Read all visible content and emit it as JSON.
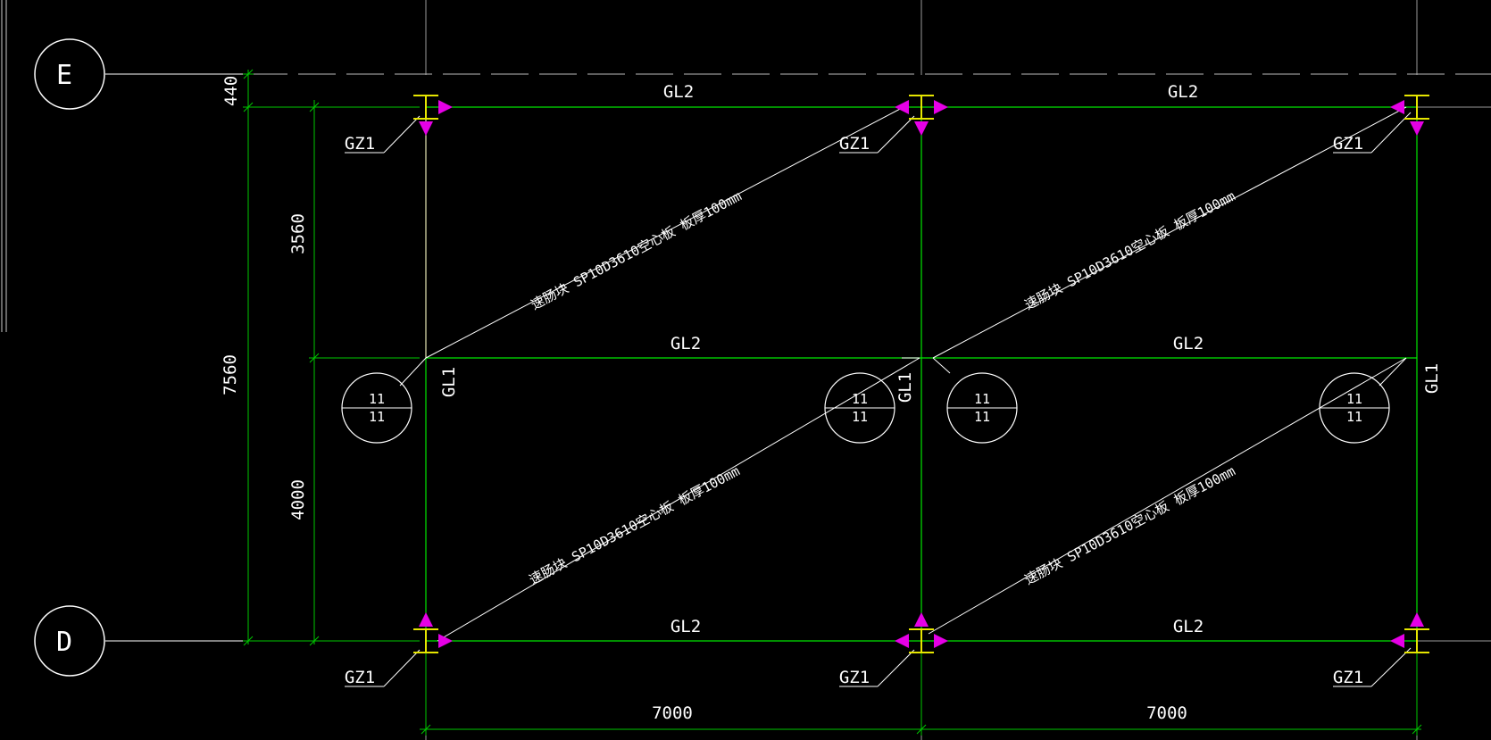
{
  "axes": {
    "top_label": "E",
    "bottom_label": "D"
  },
  "beams": {
    "horizontal": "GL2",
    "vertical": "GL1"
  },
  "columns": {
    "label": "GZ1"
  },
  "slab": {
    "text": "速肠块 SP10D3610空心板 板厚100mm"
  },
  "sections": {
    "mark": "11"
  },
  "dims": {
    "top_offset": "440",
    "upper_bay": "3560",
    "lower_bay": "4000",
    "total_span": "7560",
    "bay_left": "7000",
    "bay_right": "7000"
  },
  "colors": {
    "background": "#000000",
    "dim_line": "#00c800",
    "beam_line": "#00e600",
    "annotation_line": "#ffffff",
    "column_marker": "#e600e6",
    "column_steel": "#e6e600",
    "grid_line": "#9a9a9a"
  }
}
